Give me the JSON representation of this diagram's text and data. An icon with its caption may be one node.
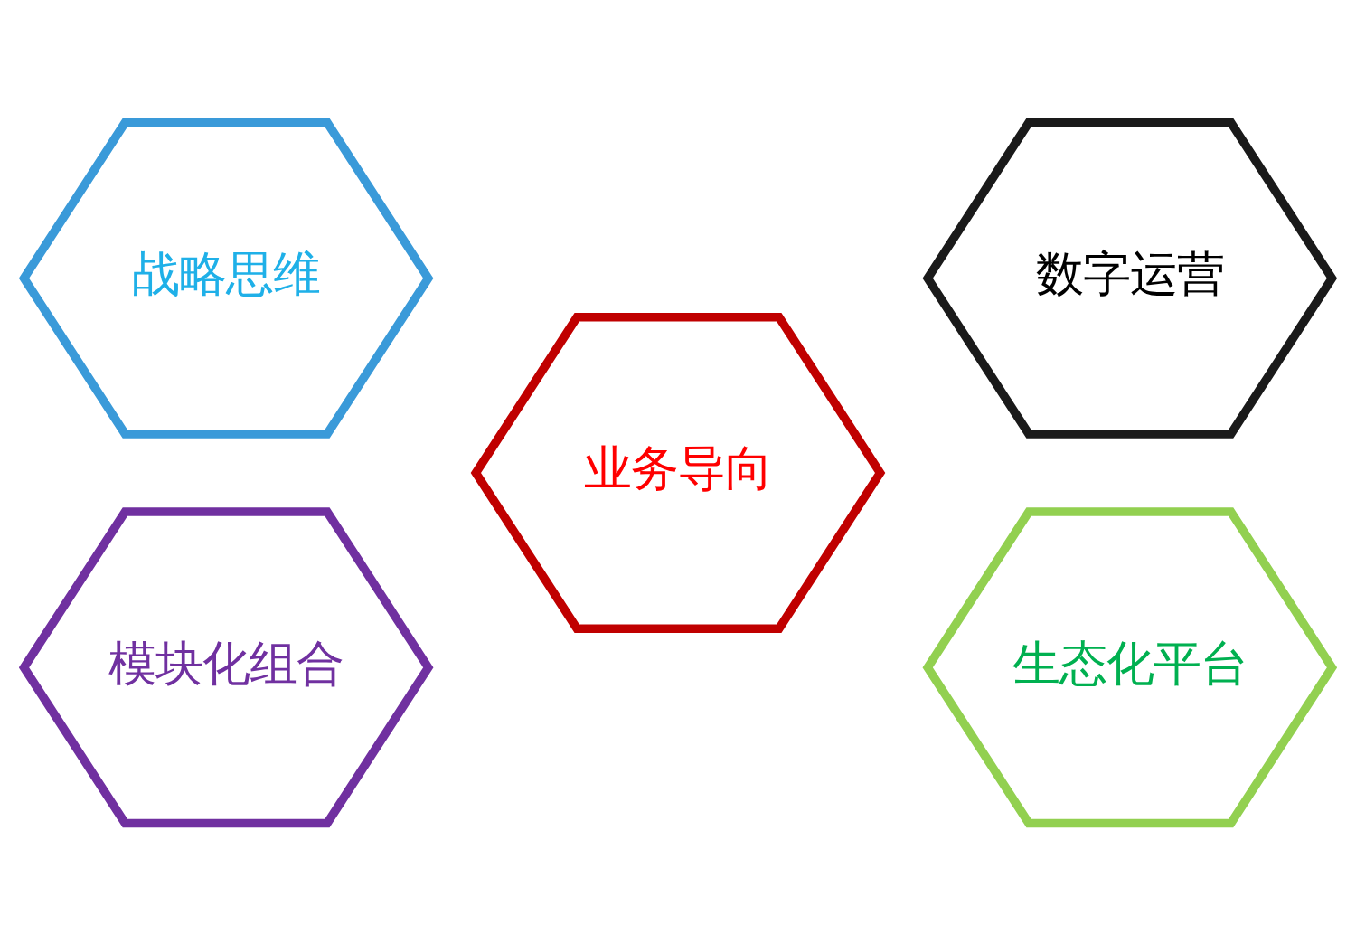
{
  "diagram": {
    "nodes": [
      {
        "text": [
          "战略思维"
        ]
      },
      {
        "text": [
          "数字运营"
        ]
      },
      {
        "text": [
          "业务导向"
        ]
      },
      {
        "text": [
          "模块化组合"
        ]
      },
      {
        "text": [
          "生态化平台"
        ]
      }
    ]
  }
}
